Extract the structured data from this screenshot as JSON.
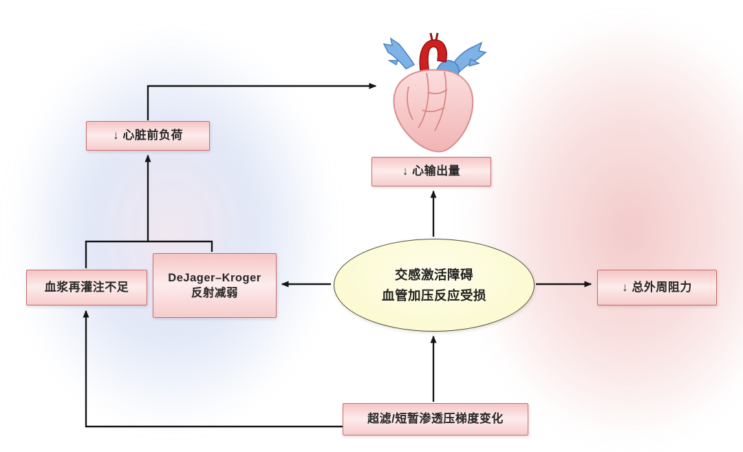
{
  "diagram": {
    "kind": "medical-flowchart",
    "nodes": {
      "preload": {
        "label": "↓  心脏前负荷"
      },
      "cardiac_output": {
        "label": "↓  心输出量"
      },
      "center": {
        "line1": "交感激活障碍",
        "line2": "血管加压反应受损"
      },
      "plasma_refill": {
        "label": "血浆再灌注不足"
      },
      "dejager_reflex": {
        "line1": "DeJager–Kroger",
        "line2": "反射减弱"
      },
      "peripheral_resistance": {
        "label": "↓  总外周阻力"
      },
      "ultrafiltration": {
        "label": "超滤/短暂渗透压梯度变化"
      }
    },
    "colors": {
      "box_fill": "#f9d6d6",
      "box_border": "#c56a6a",
      "ellipse_fill": "#fcfad2",
      "ellipse_border": "#4a493a",
      "arrow": "#141414",
      "bg_left_glow": "#8ca5e1",
      "bg_right_glow": "#dc6464"
    },
    "edges": [
      "preload -> heart",
      "center -> cardiac_output",
      "center -> dejager_reflex",
      "center -> peripheral_resistance",
      "ultrafiltration -> center",
      "plasma_refill + dejager_reflex -> preload",
      "ultrafiltration -> plasma_refill"
    ]
  }
}
